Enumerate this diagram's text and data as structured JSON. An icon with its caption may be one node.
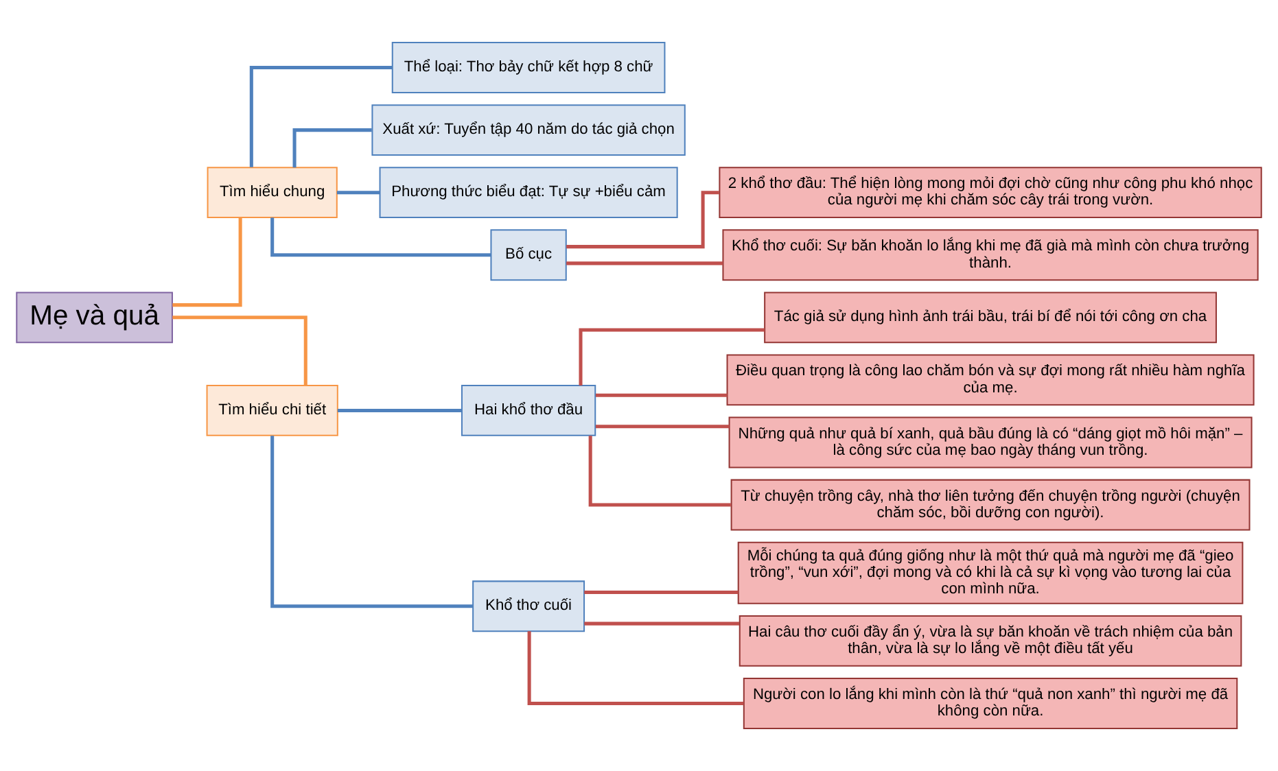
{
  "diagram": {
    "nodes": [
      {
        "text": [
          "Mẹ và quả"
        ]
      },
      {
        "text": [
          "Tìm hiểu chung"
        ]
      },
      {
        "text": [
          "Thể loại: Thơ bảy chữ kết hợp 8 chữ"
        ]
      },
      {
        "text": [
          "Xuất xứ: Tuyển tập 40 năm do tác giả chọn"
        ]
      },
      {
        "text": [
          "Phương thức biểu đạt: Tự sự +biểu cảm"
        ]
      },
      {
        "text": [
          "Bố cục"
        ]
      },
      {
        "text": [
          "2 khổ thơ đầu: Thể hiện lòng mong mỏi đợi chờ cũng như công phu khó nhọc của người mẹ khi chăm sóc cây trái trong vườn."
        ]
      },
      {
        "text": [
          "Khổ thơ cuối: Sự băn khoăn lo lắng khi mẹ đã già mà mình còn chưa trưởng thành."
        ]
      },
      {
        "text": [
          "Tìm hiểu chi tiết"
        ]
      },
      {
        "text": [
          "Hai khổ thơ đầu"
        ]
      },
      {
        "text": [
          "Tác giả sử dụng hình ảnh trái bầu, trái bí để nói tới công ơn cha"
        ]
      },
      {
        "text": [
          "Điều quan trọng là công lao chăm bón và sự đợi mong rất nhiều hàm nghĩa của mẹ."
        ]
      },
      {
        "text": [
          "Những quả như quả bí xanh, quả bầu đúng là có “dáng giọt mồ hôi mặn” – là công sức của mẹ bao ngày tháng vun trồng."
        ]
      },
      {
        "text": [
          "Từ chuyện trồng cây, nhà thơ liên tưởng đến chuyện trồng người (chuyện chăm sóc, bồi dưỡng con người)."
        ]
      },
      {
        "text": [
          "Khổ thơ cuối"
        ]
      },
      {
        "text": [
          "Mỗi chúng ta quả đúng giống như là một thứ quả mà người mẹ đã “gieo trồng”, “vun xới”, đợi mong và có khi là cả sự kì vọng vào tương lai của con mình nữa."
        ]
      },
      {
        "text": [
          "Hai câu thơ cuối đầy ẩn ý, vừa là sự băn khoăn về trách nhiệm của bản thân, vừa là sự lo lắng về một điều tất yếu"
        ]
      },
      {
        "text": [
          "Người con lo lắng khi mình còn là thứ “quả non xanh” thì người mẹ đã không còn nữa."
        ]
      }
    ],
    "edges": [
      {
        "from": 0,
        "to": 1,
        "arrow": "none",
        "color": "#f79646"
      },
      {
        "from": 1,
        "to": 2,
        "arrow": "none",
        "color": "#4f81bd"
      },
      {
        "from": 1,
        "to": 3,
        "arrow": "none",
        "color": "#4f81bd"
      },
      {
        "from": 1,
        "to": 4,
        "arrow": "none",
        "color": "#4f81bd"
      },
      {
        "from": 1,
        "to": 5,
        "arrow": "none",
        "color": "#4f81bd"
      },
      {
        "from": 5,
        "to": 6,
        "arrow": "none"
      },
      {
        "from": 5,
        "to": 7,
        "arrow": "none"
      },
      {
        "from": 0,
        "to": 8,
        "arrow": "none",
        "color": "#f79646"
      },
      {
        "from": 8,
        "to": 9,
        "arrow": "none",
        "color": "#4f81bd"
      },
      {
        "from": 9,
        "to": 10,
        "arrow": "none"
      },
      {
        "from": 9,
        "to": 11,
        "arrow": "none"
      },
      {
        "from": 9,
        "to": 12,
        "arrow": "none"
      },
      {
        "from": 9,
        "to": 13,
        "arrow": "none"
      },
      {
        "from": 8,
        "to": 14,
        "arrow": "none",
        "color": "#4f81bd"
      },
      {
        "from": 14,
        "to": 15,
        "arrow": "none"
      },
      {
        "from": 14,
        "to": 16,
        "arrow": "none"
      },
      {
        "from": 14,
        "to": 17,
        "arrow": "none"
      }
    ]
  }
}
